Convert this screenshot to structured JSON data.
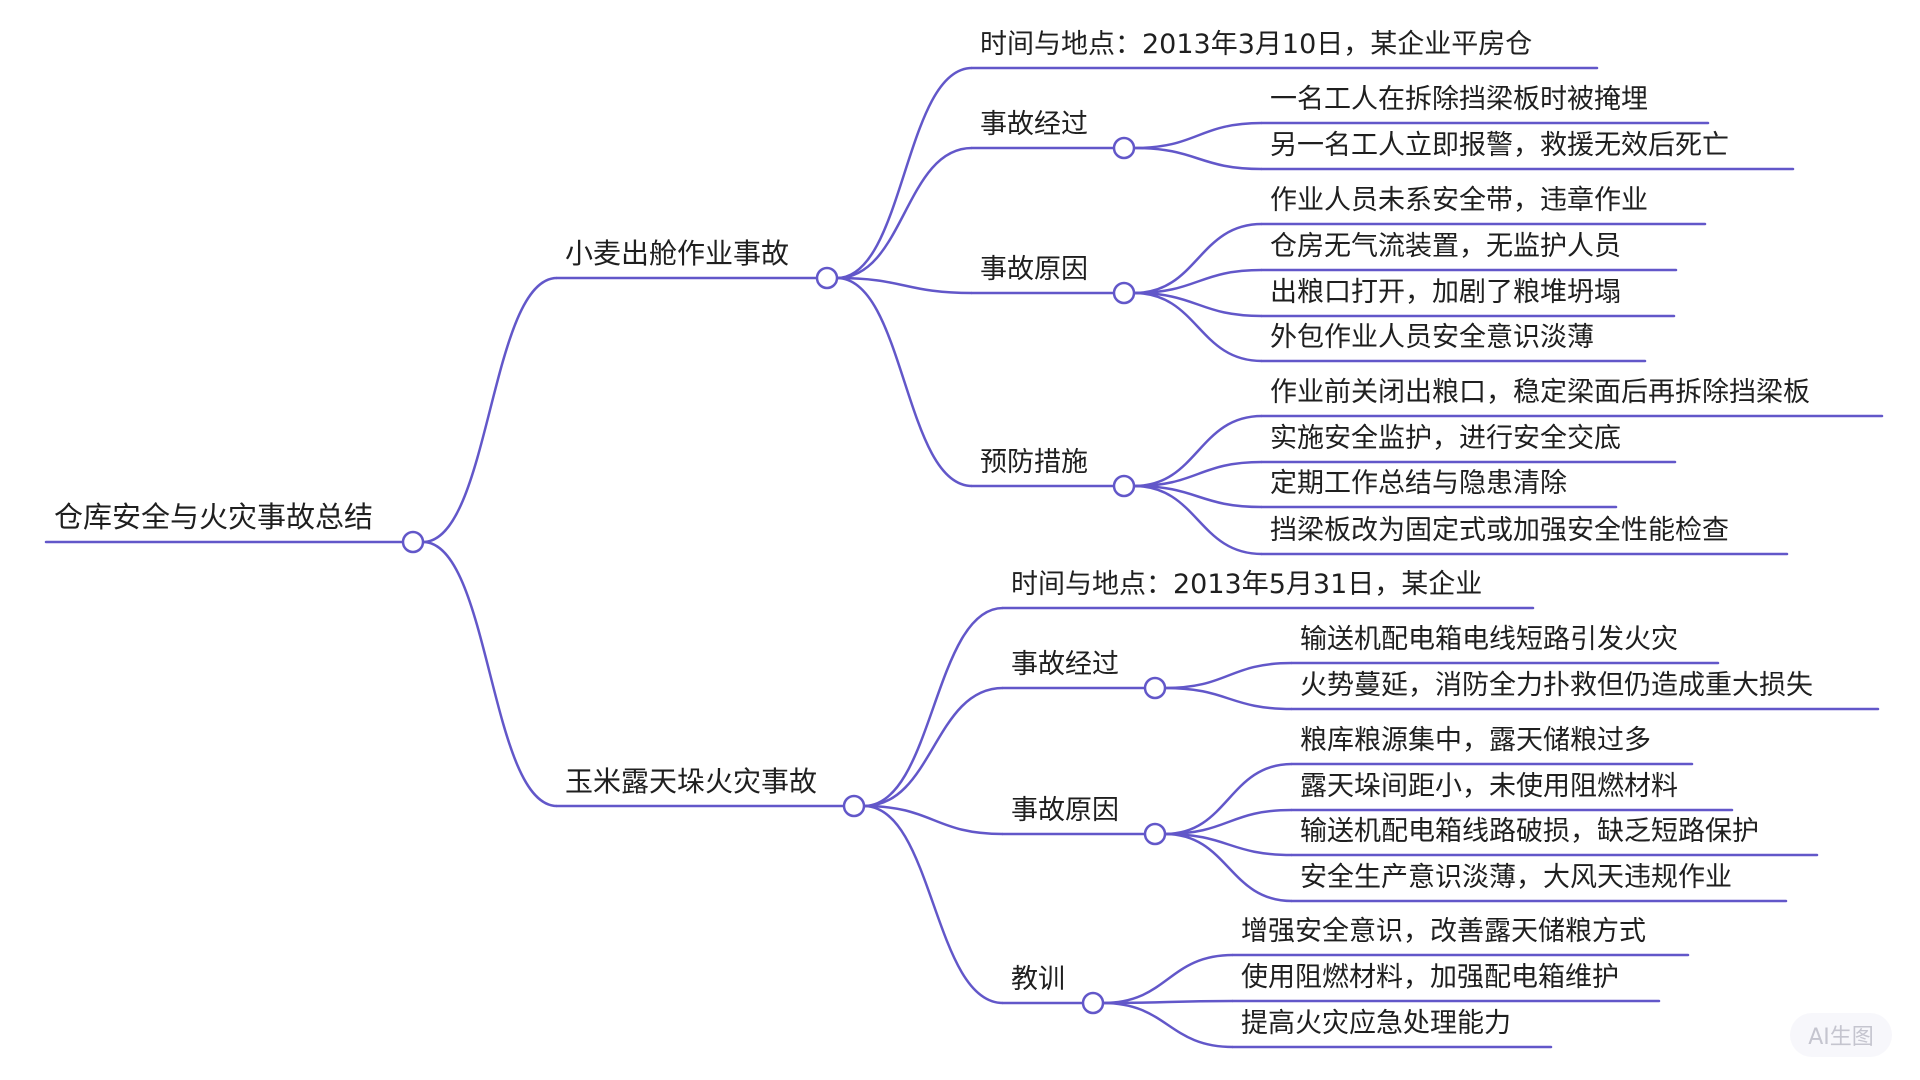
{
  "theme": {
    "line_color": "#6257c9",
    "text_color": "#1f1f1f",
    "circle_fill": "#ffffff"
  },
  "watermark": "AI生图",
  "mindmap": {
    "label": "仓库安全与火灾事故总结",
    "children": [
      {
        "label": "小麦出舱作业事故",
        "children": [
          {
            "label": "时间与地点：2013年3月10日，某企业平房仓"
          },
          {
            "label": "事故经过",
            "children": [
              {
                "label": "一名工人在拆除挡梁板时被掩埋"
              },
              {
                "label": "另一名工人立即报警，救援无效后死亡"
              }
            ]
          },
          {
            "label": "事故原因",
            "children": [
              {
                "label": "作业人员未系安全带，违章作业"
              },
              {
                "label": "仓房无气流装置，无监护人员"
              },
              {
                "label": "出粮口打开，加剧了粮堆坍塌"
              },
              {
                "label": "外包作业人员安全意识淡薄"
              }
            ]
          },
          {
            "label": "预防措施",
            "children": [
              {
                "label": "作业前关闭出粮口，稳定梁面后再拆除挡梁板"
              },
              {
                "label": "实施安全监护，进行安全交底"
              },
              {
                "label": "定期工作总结与隐患清除"
              },
              {
                "label": "挡梁板改为固定式或加强安全性能检查"
              }
            ]
          }
        ]
      },
      {
        "label": "玉米露天垛火灾事故",
        "children": [
          {
            "label": "时间与地点：2013年5月31日，某企业"
          },
          {
            "label": "事故经过",
            "children": [
              {
                "label": "输送机配电箱电线短路引发火灾"
              },
              {
                "label": "火势蔓延，消防全力扑救但仍造成重大损失"
              }
            ]
          },
          {
            "label": "事故原因",
            "children": [
              {
                "label": "粮库粮源集中，露天储粮过多"
              },
              {
                "label": "露天垛间距小，未使用阻燃材料"
              },
              {
                "label": "输送机配电箱线路破损，缺乏短路保护"
              },
              {
                "label": "安全生产意识淡薄，大风天违规作业"
              }
            ]
          },
          {
            "label": "教训",
            "children": [
              {
                "label": "增强安全意识，改善露天储粮方式"
              },
              {
                "label": "使用阻燃材料，加强配电箱维护"
              },
              {
                "label": "提高火灾应急处理能力"
              }
            ]
          }
        ]
      }
    ]
  }
}
